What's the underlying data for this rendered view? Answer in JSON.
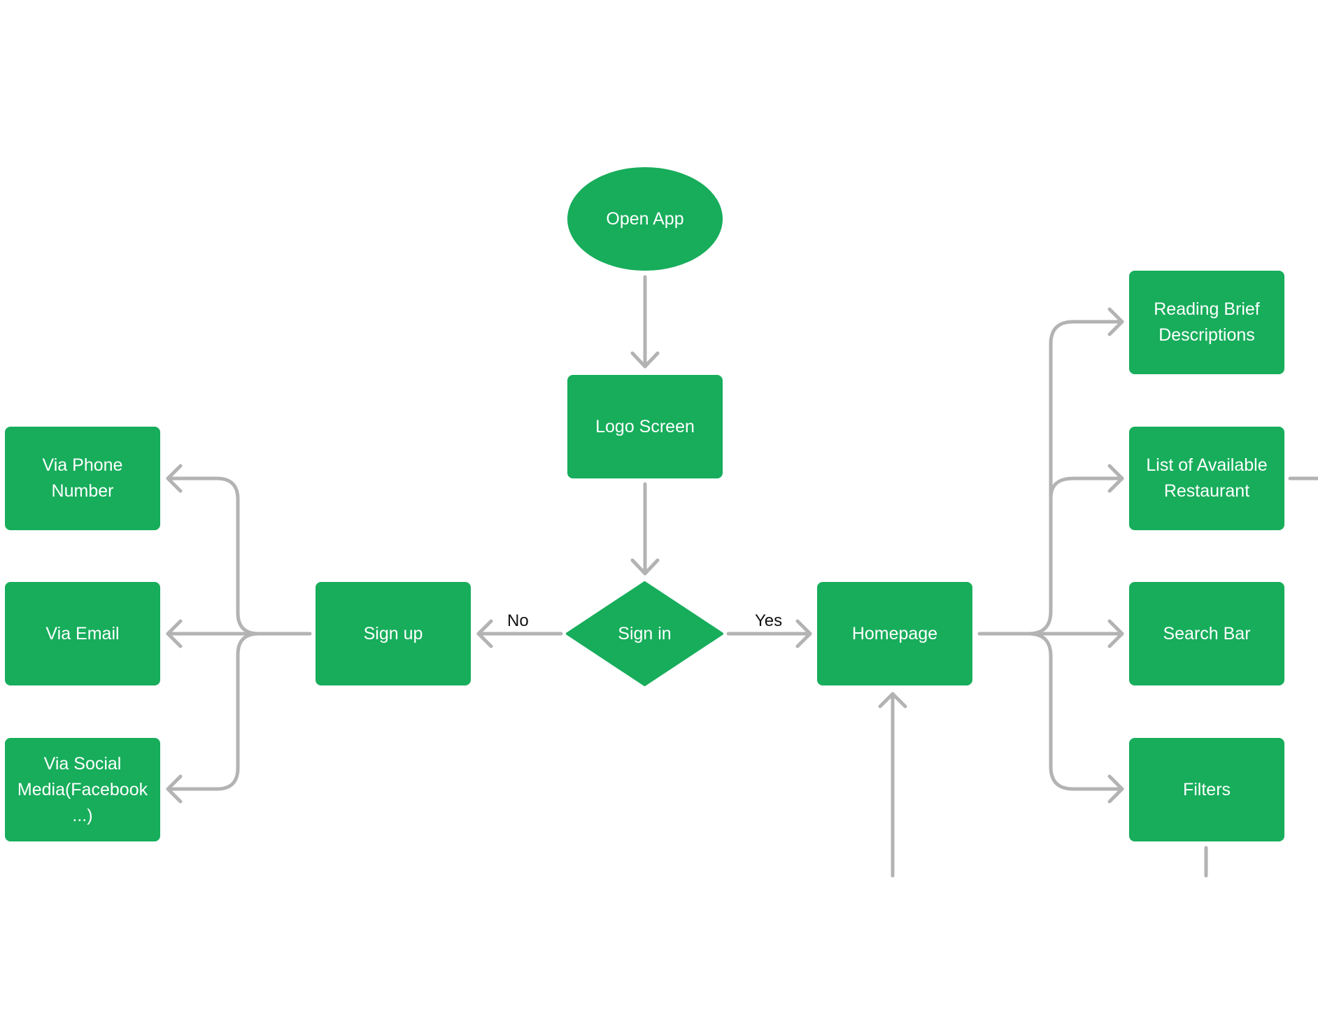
{
  "colors": {
    "node_fill": "#17ad5b",
    "node_text": "#ffffff",
    "connector": "#b3b3b3",
    "edge_label": "#111111",
    "background": "#ffffff"
  },
  "nodes": {
    "open_app": "Open App",
    "logo_screen": "Logo Screen",
    "sign_in": "Sign in",
    "sign_up": "Sign up",
    "homepage": "Homepage",
    "via_phone": "Via Phone Number",
    "via_email": "Via Email",
    "via_social": "Via Social Media(Facebook ...)",
    "reading_brief": "Reading Brief Descriptions",
    "list_restaurant": "List of Available Restaurant",
    "search_bar": "Search Bar",
    "filters": "Filters"
  },
  "edge_labels": {
    "no": "No",
    "yes": "Yes"
  }
}
